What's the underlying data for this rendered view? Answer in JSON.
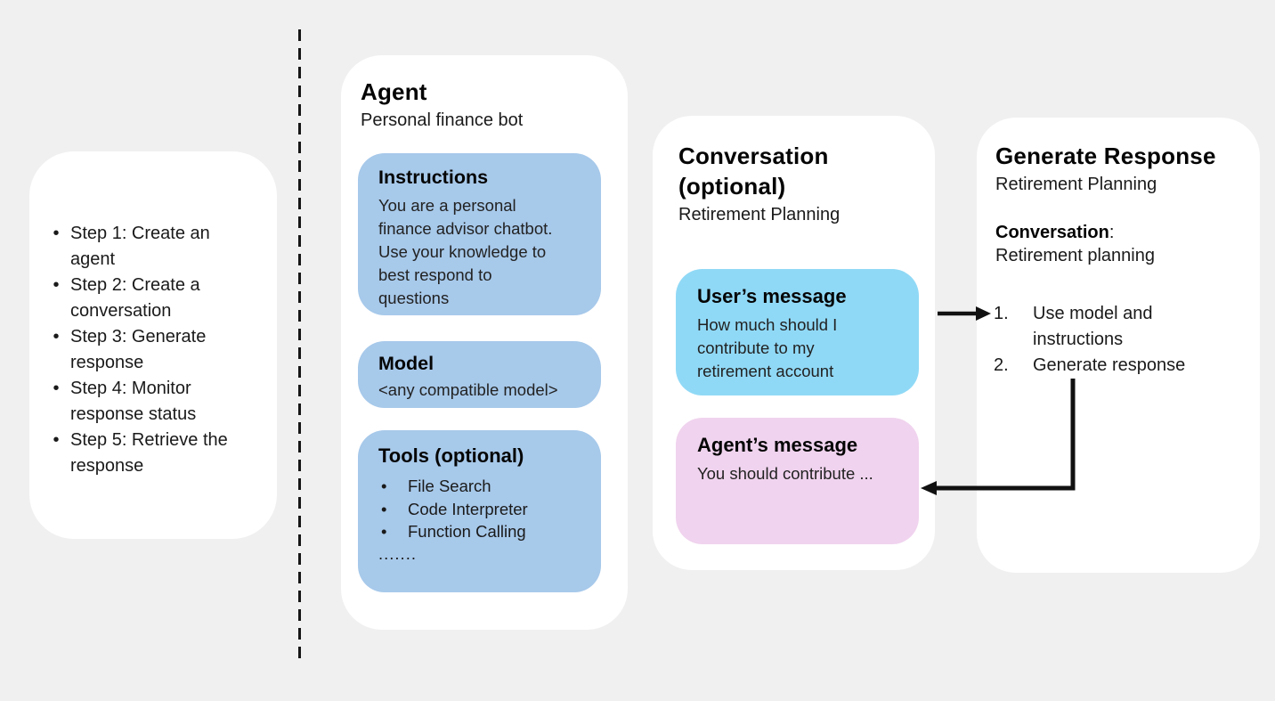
{
  "colors": {
    "background": "#f0f0f1",
    "card": "#ffffff",
    "agent_box_blue": "#a7c9ea",
    "user_message_cyan": "#90d9f6",
    "agent_message_pink": "#f0d3ee",
    "line_black": "#161616"
  },
  "glyphs": {
    "bullet": "•"
  },
  "steps_card": {
    "items": [
      "Step 1: Create an agent",
      "Step 2: Create a conversation",
      "Step 3: Generate response",
      "Step 4: Monitor response status",
      "Step 5: Retrieve the response"
    ]
  },
  "agent_card": {
    "title": "Agent",
    "subtitle": "Personal finance bot",
    "instructions": {
      "title": "Instructions",
      "body_lines": [
        "You are a personal",
        "finance advisor chatbot.",
        "Use your knowledge to",
        "best respond to",
        "questions"
      ]
    },
    "model": {
      "title": "Model",
      "body": "<any compatible model>"
    },
    "tools": {
      "title": "Tools (optional)",
      "items": [
        "File Search",
        "Code Interpreter",
        "Function Calling"
      ],
      "ellipsis": "......."
    }
  },
  "conversation_card": {
    "title_lines": [
      "Conversation",
      "(optional)"
    ],
    "subtitle": "Retirement Planning",
    "user_message": {
      "title": "User’s message",
      "body_lines": [
        "How much should I",
        "contribute to my",
        "retirement account"
      ]
    },
    "agent_message": {
      "title": "Agent’s message",
      "body": "You should contribute ..."
    }
  },
  "generate_card": {
    "title": "Generate Response",
    "subtitle": "Retirement Planning",
    "conversation_label": "Conversation",
    "conversation_colon": ":",
    "conversation_value": "Retirement planning",
    "steps": [
      {
        "num": "1.",
        "text": "Use model and instructions"
      },
      {
        "num": "2.",
        "text": "Generate response"
      }
    ]
  }
}
